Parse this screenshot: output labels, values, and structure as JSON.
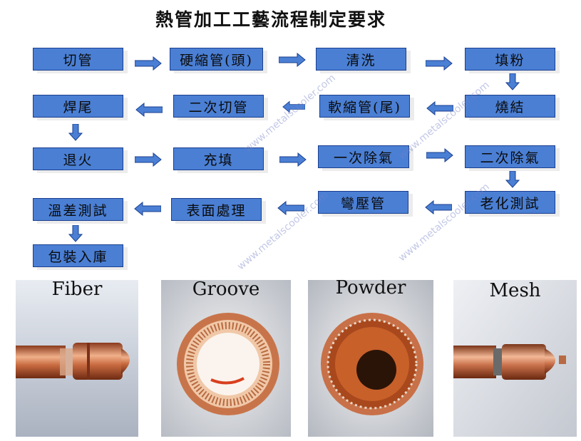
{
  "title": "熱管加工工藝流程制定要求",
  "watermark": "www.metalscooler.com",
  "steps": {
    "s1": "切管",
    "s2": "硬縮管(頭)",
    "s3": "清洗",
    "s4": "填粉",
    "s5": "燒結",
    "s6": "軟縮管(尾)",
    "s7": "二次切管",
    "s8": "焊尾",
    "s9": "退火",
    "s10": "充填",
    "s11": "一次除氣",
    "s12": "二次除氣",
    "s13": "老化測試",
    "s14": "彎壓管",
    "s15": "表面處理",
    "s16": "溫差測試",
    "s17": "包裝入庫"
  },
  "photos": {
    "fiber": "Fiber",
    "groove": "Groove",
    "powder": "Powder",
    "mesh": "Mesh"
  },
  "colors": {
    "box_fill": "#4a7fd4",
    "box_border": "#1b3f8f",
    "arrow_fill": "#4a7fd4",
    "copper": "#c8744a"
  }
}
